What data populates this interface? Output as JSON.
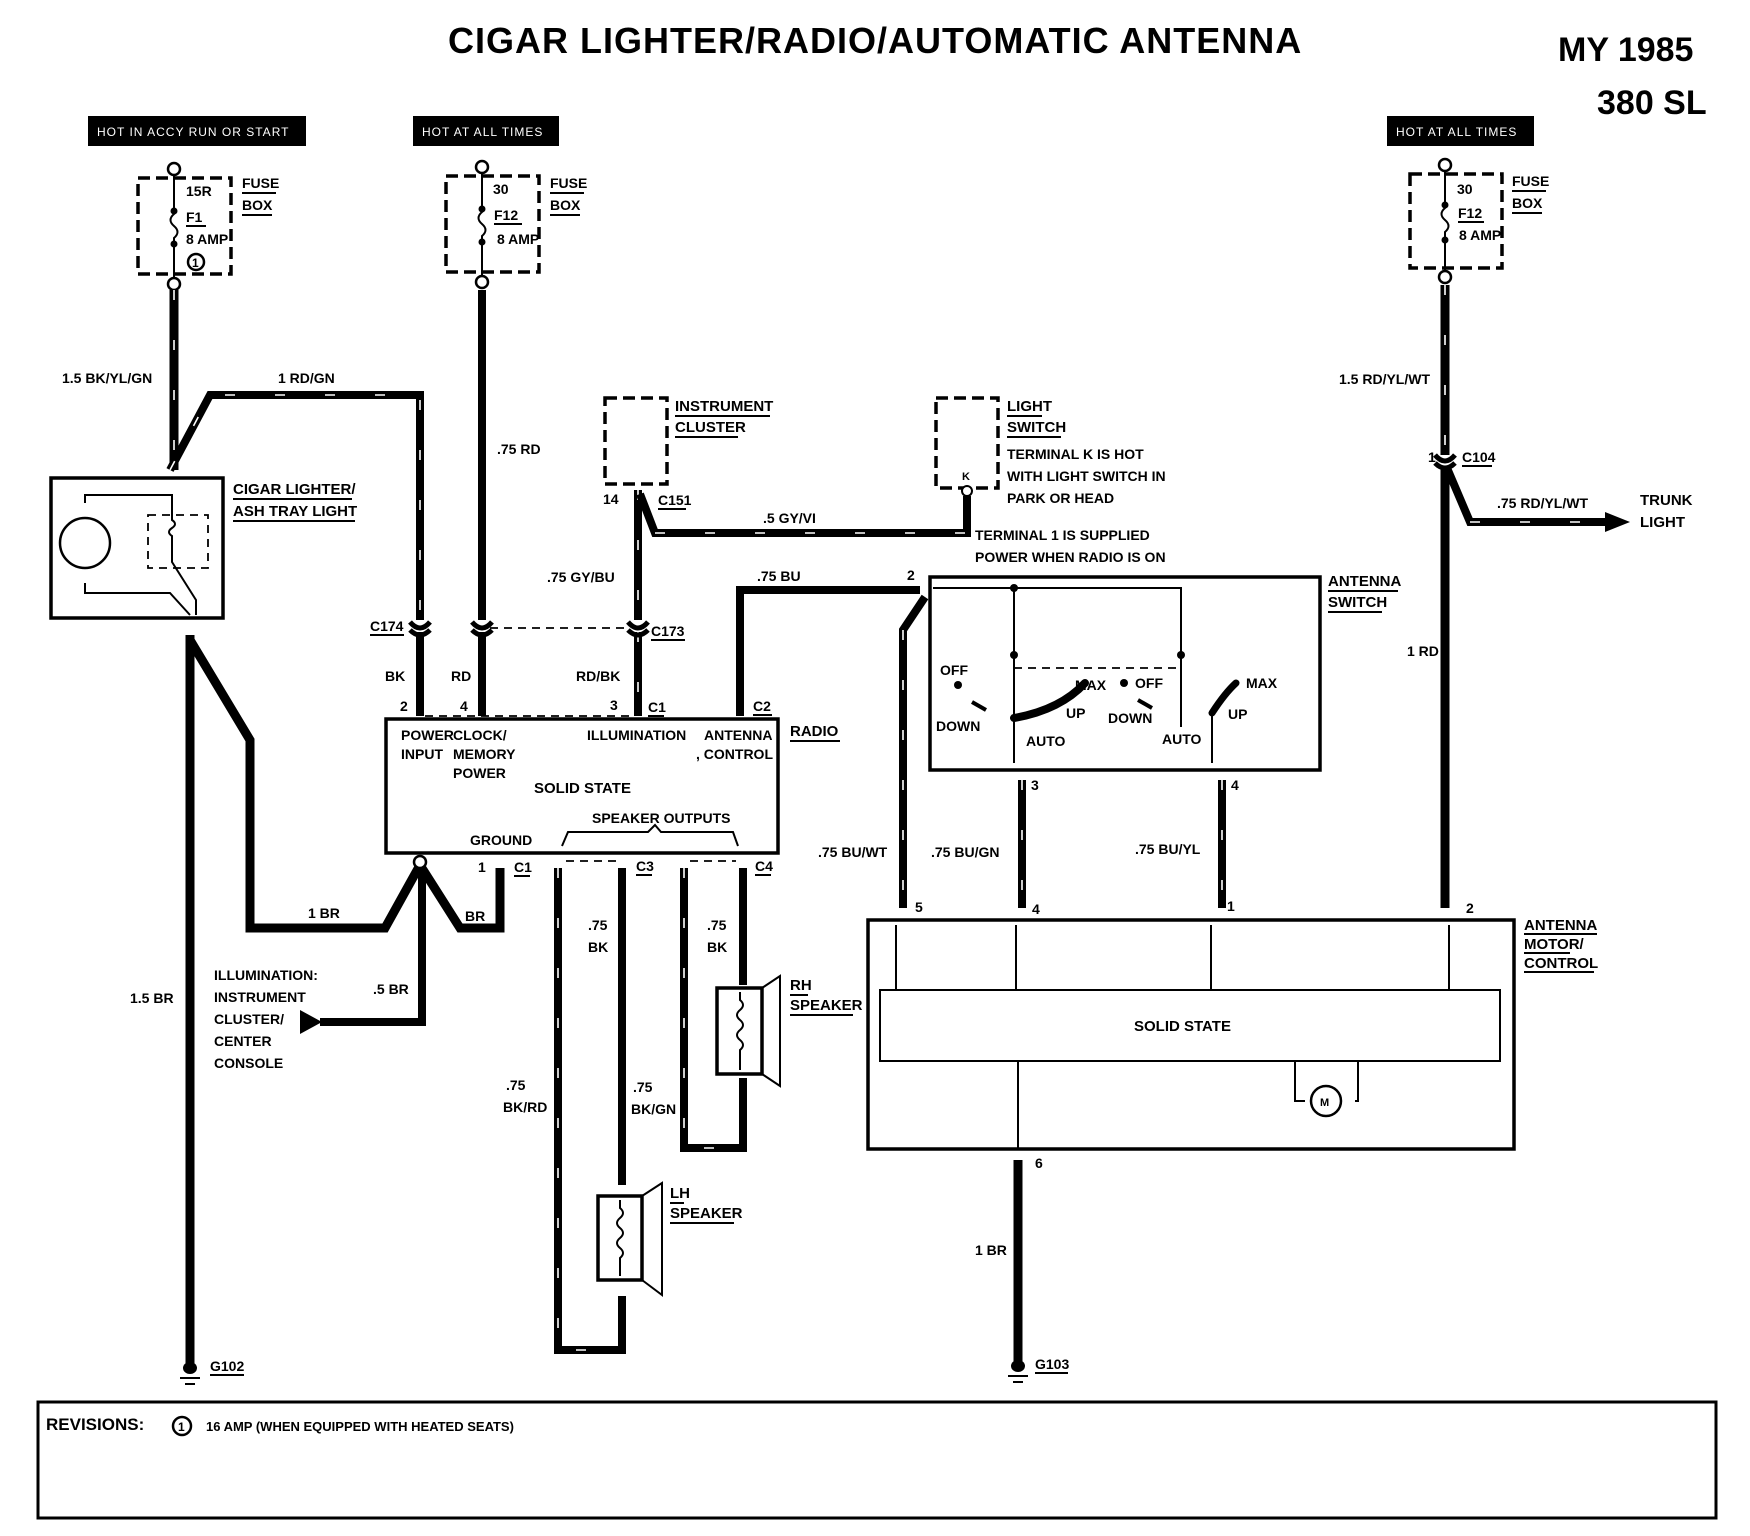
{
  "title": "CIGAR LIGHTER/RADIO/AUTOMATIC ANTENNA",
  "model_year": "MY 1985",
  "model": "380 SL",
  "power_sources": [
    {
      "hot_label": "HOT IN ACCY  RUN OR START",
      "terminal": "15R",
      "fuse": "F1",
      "rating": "8 AMP",
      "revision_marker": "1",
      "box_label": [
        "FUSE",
        "BOX"
      ]
    },
    {
      "hot_label": "HOT AT ALL TIMES",
      "terminal": "30",
      "fuse": "F12",
      "rating": "8 AMP",
      "box_label": [
        "FUSE",
        "BOX"
      ]
    },
    {
      "hot_label": "HOT AT ALL TIMES",
      "terminal": "30",
      "fuse": "F12",
      "rating": "8 AMP",
      "box_label": [
        "FUSE",
        "BOX"
      ]
    }
  ],
  "components": {
    "cigar_lighter": [
      "CIGAR LIGHTER/",
      "ASH TRAY LIGHT"
    ],
    "instrument_cluster": [
      "INSTRUMENT",
      "CLUSTER"
    ],
    "light_switch": [
      "LIGHT",
      "SWITCH"
    ],
    "light_switch_note": [
      "TERMINAL K IS HOT",
      "WITH LIGHT SWITCH IN",
      "PARK OR HEAD"
    ],
    "light_switch_terminal": "K",
    "radio": "RADIO",
    "radio_inputs": {
      "power": [
        "POWER",
        "INPUT"
      ],
      "clock": [
        "CLOCK/",
        "MEMORY",
        "POWER"
      ],
      "illumination": "ILLUMINATION",
      "antenna": [
        "ANTENNA",
        ", CONTROL"
      ],
      "solid_state": "SOLID STATE",
      "speaker_outputs": "SPEAKER OUTPUTS",
      "ground": "GROUND"
    },
    "antenna_switch": [
      "ANTENNA",
      "SWITCH"
    ],
    "antenna_switch_note": [
      "TERMINAL 1 IS SUPPLIED",
      "POWER WHEN RADIO IS ON"
    ],
    "switch_positions": {
      "off": "OFF",
      "down": "DOWN",
      "max": "MAX",
      "up": "UP",
      "auto": "AUTO"
    },
    "antenna_motor": [
      "ANTENNA",
      "MOTOR/",
      "CONTROL"
    ],
    "antenna_motor_solid_state": "SOLID STATE",
    "motor_symbol": "M",
    "rh_speaker": [
      "RH",
      "SPEAKER"
    ],
    "lh_speaker": [
      "LH",
      "SPEAKER"
    ],
    "trunk_light": [
      "TRUNK",
      "LIGHT"
    ],
    "illumination_dest": [
      "ILLUMINATION:",
      "INSTRUMENT",
      "CLUSTER/",
      "CENTER",
      "CONSOLE"
    ]
  },
  "wires": {
    "w_bkylgn": "1.5 BK/YL/GN",
    "w_rdgn": "1 RD/GN",
    "w_75rd": ".75 RD",
    "w_75gybu": ".75 GY/BU",
    "w_5gyvi": ".5 GY/VI",
    "w_75bu": ".75 BU",
    "w_rdylwt": "1.5 RD/YL/WT",
    "w_trunk": ".75 RD/YL/WT",
    "w_1rd": "1 RD",
    "w_bk": "BK",
    "w_rd": "RD",
    "w_rdbk": "RD/BK",
    "w_1br": "1 BR",
    "w_br": "BR",
    "w_5br": ".5 BR",
    "w_15br": "1.5 BR",
    "w_75bk_a": [
      ".75",
      "BK"
    ],
    "w_75bk_b": [
      ".75",
      "BK"
    ],
    "w_75bkrd": [
      ".75",
      "BK/RD"
    ],
    "w_75bkgn": [
      ".75",
      "BK/GN"
    ],
    "w_75buwt": ".75 BU/WT",
    "w_75bugn": ".75 BU/GN",
    "w_75buyl": ".75 BU/YL",
    "w_1br_b": "1 BR"
  },
  "connectors": {
    "c174": "C174",
    "c173": "C173",
    "c151": "C151",
    "c104": "C104",
    "c1": "C1",
    "c2": "C2",
    "c3": "C3",
    "c4": "C4",
    "c1_gnd": "C1"
  },
  "pins": {
    "radio_power": "2",
    "radio_clock": "4",
    "radio_illum": "3",
    "radio_gnd": "1",
    "cluster": "14",
    "switch_in": "2",
    "switch_out3": "3",
    "switch_out4": "4",
    "motor5": "5",
    "motor4": "4",
    "motor1": "1",
    "motor2": "2",
    "motor6": "6",
    "c104_pin": "1"
  },
  "grounds": {
    "g102": "G102",
    "g103": "G103"
  },
  "revisions": {
    "label": "REVISIONS:",
    "items": [
      {
        "marker": "1",
        "text": "16 AMP (WHEN EQUIPPED WITH HEATED SEATS)"
      }
    ]
  }
}
